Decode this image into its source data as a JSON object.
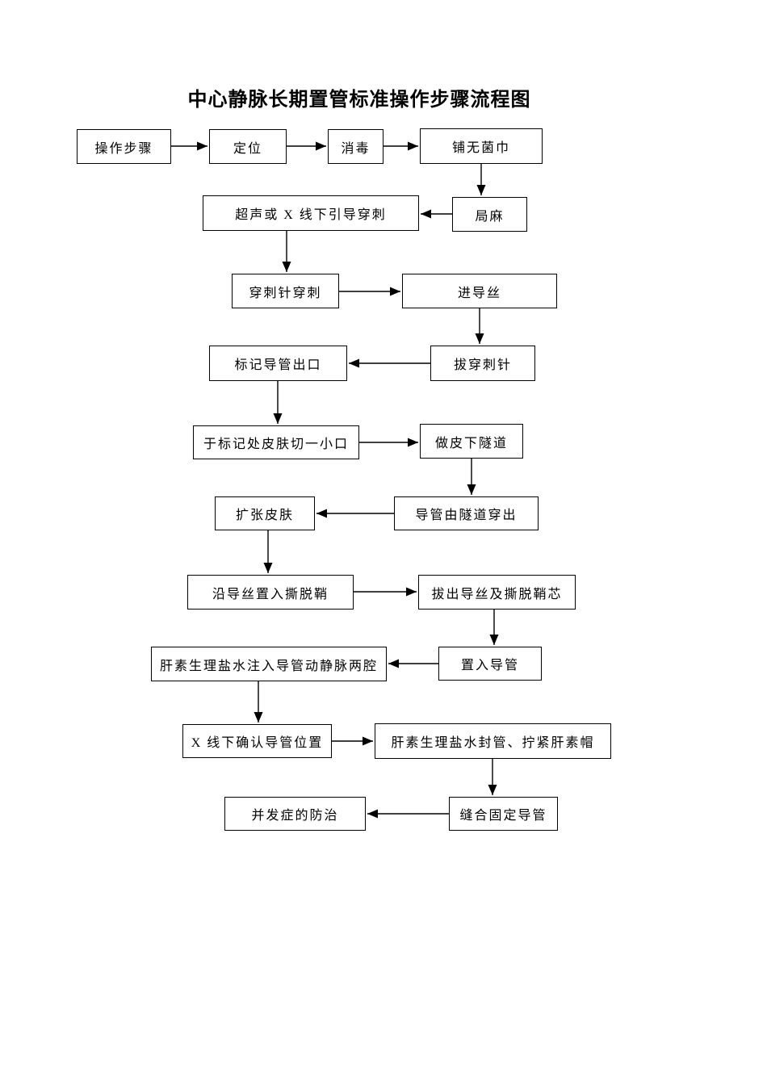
{
  "title": "中心静脉长期置管标准操作步骤流程图",
  "nodes": [
    {
      "label": "操作步骤"
    },
    {
      "label": "定位"
    },
    {
      "label": "消毒"
    },
    {
      "label": "铺无菌巾"
    },
    {
      "label": "超声或 X 线下引导穿刺"
    },
    {
      "label": "局麻"
    },
    {
      "label": "穿刺针穿刺"
    },
    {
      "label": "进导丝"
    },
    {
      "label": "标记导管出口"
    },
    {
      "label": "拔穿刺针"
    },
    {
      "label": "于标记处皮肤切一小口"
    },
    {
      "label": "做皮下隧道"
    },
    {
      "label": "扩张皮肤"
    },
    {
      "label": "导管由隧道穿出"
    },
    {
      "label": "沿导丝置入撕脱鞘"
    },
    {
      "label": "拔出导丝及撕脱鞘芯"
    },
    {
      "label": "肝素生理盐水注入导管动静脉两腔"
    },
    {
      "label": "置入导管"
    },
    {
      "label": "X 线下确认导管位置"
    },
    {
      "label": "肝素生理盐水封管、拧紧肝素帽"
    },
    {
      "label": "缝合固定导管"
    },
    {
      "label": "并发症的防治"
    }
  ],
  "colors": {
    "background": "#ffffff",
    "line": "#000000",
    "box_border": "#000000",
    "text": "#000000"
  }
}
